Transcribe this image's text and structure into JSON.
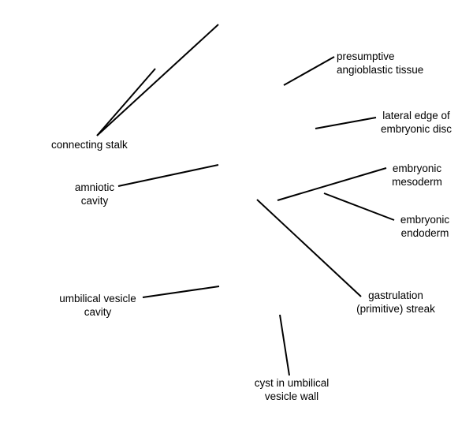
{
  "diagram": {
    "labels": {
      "connecting_stalk": {
        "line1": "connecting stalk"
      },
      "presumptive_angioblastic_tissue": {
        "line1": "presumptive",
        "line2": "angioblastic tissue"
      },
      "lateral_edge_embryonic_disc": {
        "line1": "lateral edge of",
        "line2": "embryonic disc"
      },
      "amniotic_cavity": {
        "line1": "amniotic",
        "line2": "cavity"
      },
      "embryonic_mesoderm": {
        "line1": "embryonic",
        "line2": "mesoderm"
      },
      "embryonic_endoderm": {
        "line1": "embryonic",
        "line2": "endoderm"
      },
      "umbilical_vesicle_cavity": {
        "line1": "umbilical vesicle",
        "line2": "cavity"
      },
      "gastrulation_streak": {
        "line1": "gastrulation",
        "line2": "(primitive) streak"
      },
      "cyst_umbilical_vesicle_wall": {
        "line1": "cyst in umbilical",
        "line2": "vesicle wall"
      }
    },
    "colors": {
      "line": "#000000",
      "text": "#000000",
      "background": "#ffffff"
    }
  }
}
